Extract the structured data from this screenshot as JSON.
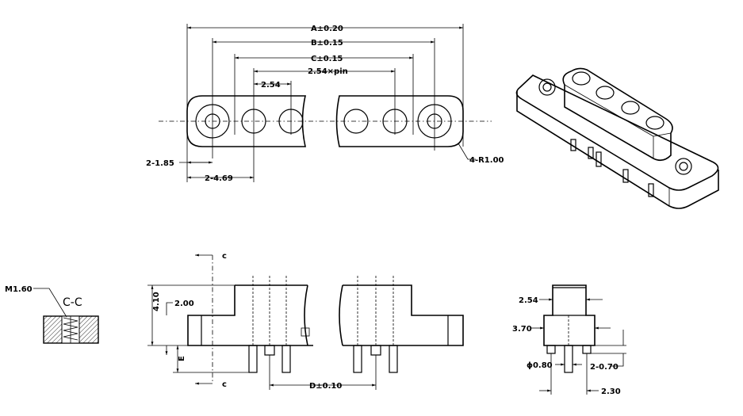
{
  "labels": {
    "dim_a": "A±0.20",
    "dim_b": "B±0.15",
    "dim_c": "C±0.15",
    "dim_pin_span": "2.54×pin",
    "dim_pitch": "2.54",
    "dim_end_offset": "2-1.85",
    "dim_hole_offset": "2-4.69",
    "dim_radius": "4-R1.00",
    "thread": "M1.60",
    "section_title": "C-C",
    "section_mark_top": "c",
    "section_mark_bottom": "c",
    "dim_height": "4.10",
    "dim_flange": "2.00",
    "dim_pin_length": "E",
    "dim_d": "D±0.10",
    "dim_boss_width": "2.54",
    "dim_base_width": "3.70",
    "dim_pin_dia": "ϕ0.80",
    "dim_pin_step": "2-0.70",
    "dim_pin_gap": "2.30"
  },
  "legend": {
    "stroke_color": "#000000",
    "background_color": "#ffffff"
  }
}
